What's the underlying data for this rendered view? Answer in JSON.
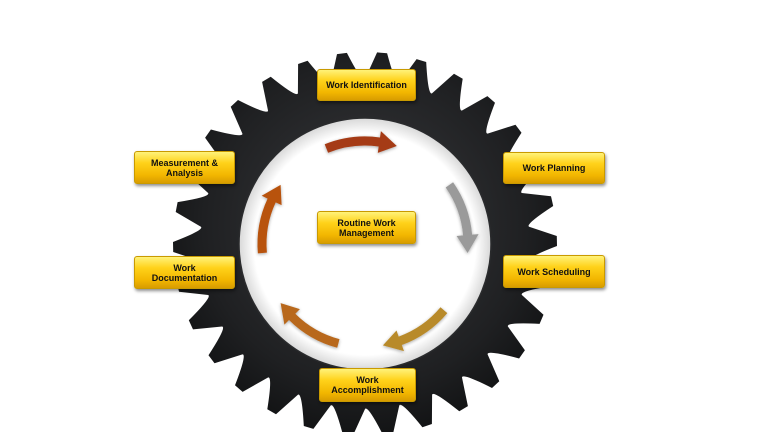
{
  "diagram": {
    "center": {
      "label": "Routine Work Management"
    },
    "steps": [
      {
        "id": "identification",
        "label": "Work Identification"
      },
      {
        "id": "planning",
        "label": "Work Planning"
      },
      {
        "id": "scheduling",
        "label": "Work Scheduling"
      },
      {
        "id": "accomplishment",
        "label": "Work Accomplishment"
      },
      {
        "id": "documentation",
        "label": "Work Documentation"
      },
      {
        "id": "measurement",
        "label": "Measurement & Analysis"
      }
    ]
  },
  "colors": {
    "gear": "#1b1c1e",
    "box_top": "#fff27a",
    "box_bottom": "#e0a400",
    "arrow_identification": "#a53a12",
    "arrow_planning": "#9a9a9a",
    "arrow_scheduling": "#b88a2c",
    "arrow_accomplishment": "#b8681c",
    "arrow_documentation": "#b8520f"
  }
}
